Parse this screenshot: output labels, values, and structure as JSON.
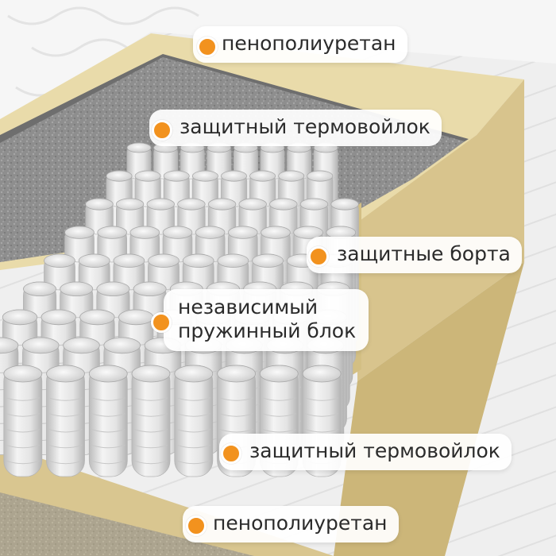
{
  "colors": {
    "accent": "#f2921e",
    "frame": "#e6d7a8",
    "felt": "#8c8c8c",
    "spring": "#e2e2e2",
    "floor": "#ececec"
  },
  "labels": {
    "top_foam": "пенополиуретан",
    "top_felt": "защитный термовойлок",
    "sides": "защитные борта",
    "spring_line1": "независимый",
    "spring_line2": "пружинный блок",
    "bottom_felt": "защитный термовойлок",
    "bottom_foam": "пенополиуретан"
  }
}
